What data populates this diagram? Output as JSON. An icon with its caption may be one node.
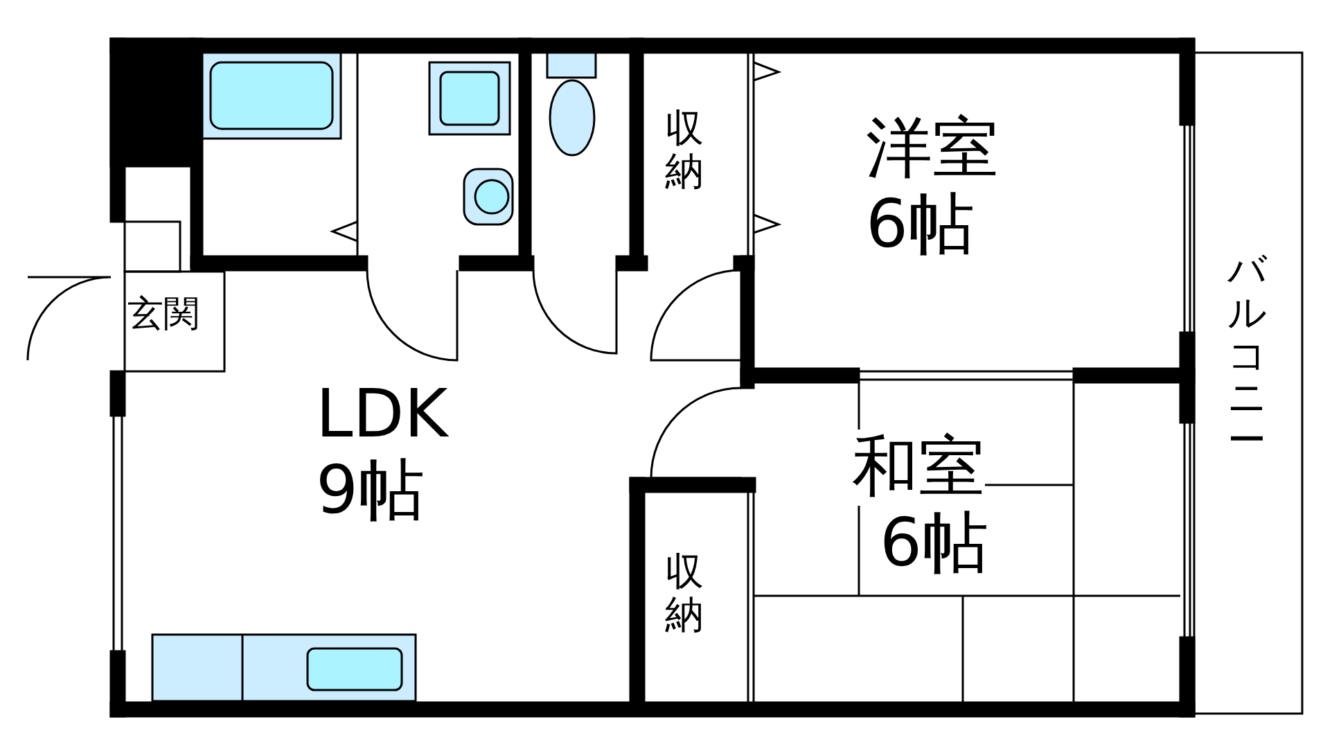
{
  "diagram": {
    "nodes": [
      {
        "text": [
          "洋室",
          "6帖"
        ]
      },
      {
        "text": [
          "収納"
        ]
      },
      {
        "text": [
          "玄関"
        ]
      },
      {
        "text": [
          "LDK",
          "9帖"
        ]
      },
      {
        "text": [
          "和室",
          "6帖"
        ]
      },
      {
        "text": [
          "収納"
        ]
      },
      {
        "text": [
          "バルコニー"
        ]
      }
    ]
  }
}
